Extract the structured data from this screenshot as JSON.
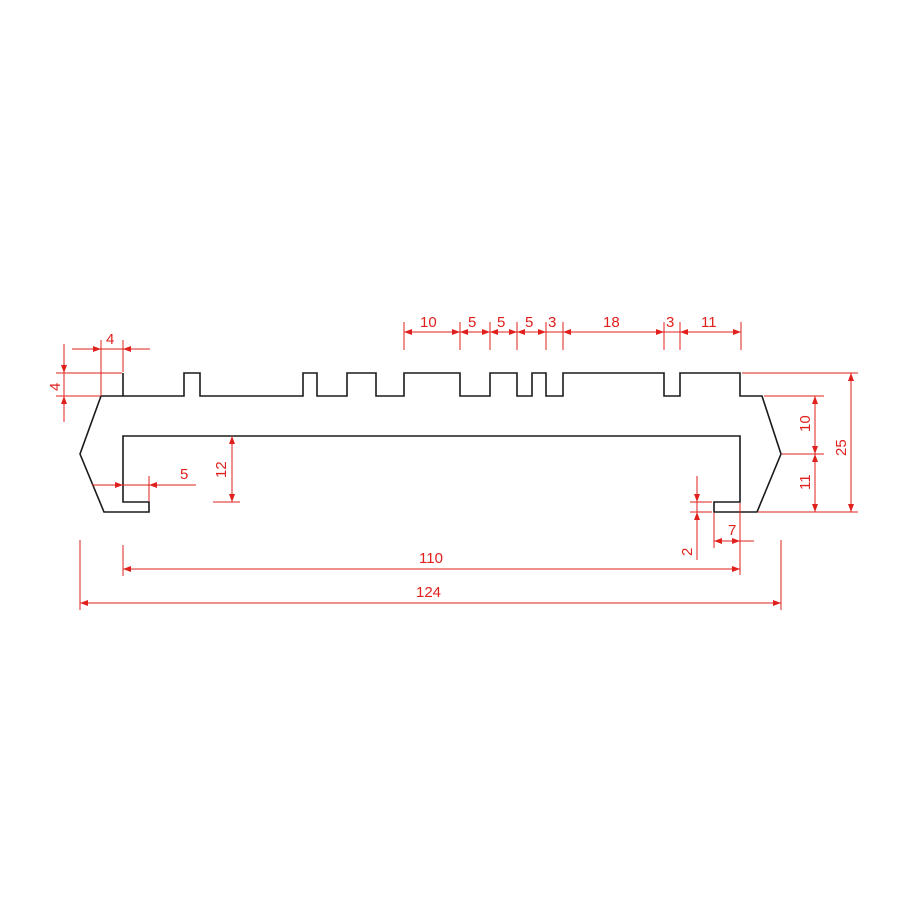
{
  "drawing": {
    "subject": "profile cross-section",
    "colors": {
      "outline": "#1a1a1a",
      "dimension": "#e0201c",
      "background": "#ffffff"
    },
    "dimensions": {
      "left_top_width": "4",
      "left_top_height": "4",
      "lip_width_left": "5",
      "inner_height": "12",
      "top_10": "10",
      "top_5a": "5",
      "top_5b": "5",
      "top_5c": "5",
      "top_3a": "3",
      "top_18": "18",
      "top_3b": "3",
      "top_11": "11",
      "right_10": "10",
      "right_11": "11",
      "right_25": "25",
      "right_gap_2": "2",
      "right_lip_7": "7",
      "inner_width_110": "110",
      "overall_width_124": "124"
    }
  }
}
